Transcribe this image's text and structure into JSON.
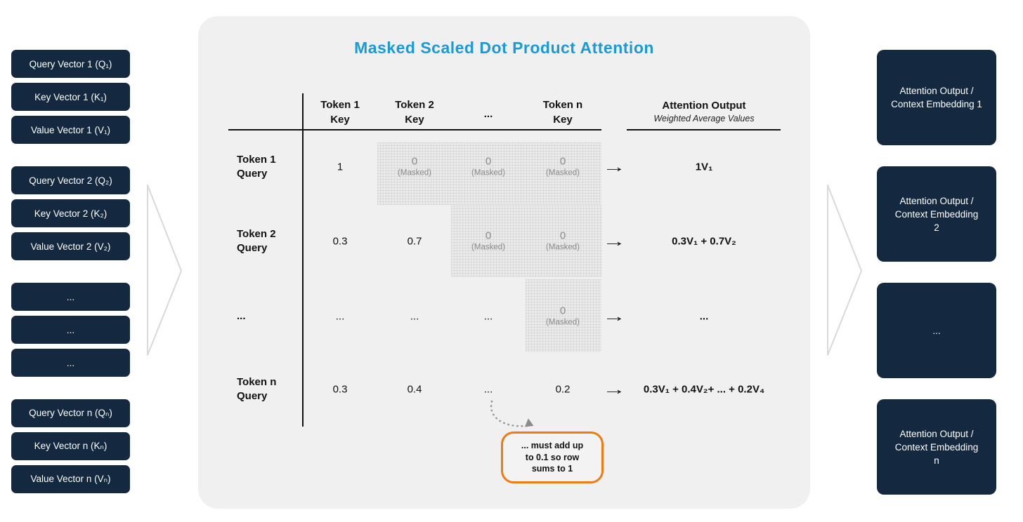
{
  "title": "Masked Scaled Dot Product Attention",
  "input_stack": {
    "groups": [
      [
        "Query Vector 1 (Q₁)",
        "Key Vector 1 (K₁)",
        "Value Vector 1 (V₁)"
      ],
      [
        "Query Vector 2 (Q₂)",
        "Key Vector 2 (K₂)",
        "Value Vector 2 (V₂)"
      ],
      [
        "...",
        "...",
        "..."
      ],
      [
        "Query Vector n (Qₙ)",
        "Key Vector n (Kₙ)",
        "Value Vector n (Vₙ)"
      ]
    ]
  },
  "matrix": {
    "col_headers": [
      "Token 1\nKey",
      "Token 2\nKey",
      "...",
      "Token n\nKey"
    ],
    "output_header": {
      "title": "Attention Output",
      "subtitle": "Weighted Average Values"
    },
    "row_headers": [
      "Token 1\nQuery",
      "Token 2\nQuery",
      "...",
      "Token n\nQuery"
    ],
    "masked_label": "(Masked)",
    "arrow": "→",
    "rows": [
      {
        "cells": [
          "1",
          "0",
          "0",
          "0"
        ],
        "output": "1V₁"
      },
      {
        "cells": [
          "0.3",
          "0.7",
          "0",
          "0"
        ],
        "output": "0.3V₁ + 0.7V₂"
      },
      {
        "cells": [
          "...",
          "...",
          "...",
          "0"
        ],
        "output": "..."
      },
      {
        "cells": [
          "0.3",
          "0.4",
          "...",
          "0.2"
        ],
        "output": "0.3V₁ + 0.4V₂+ ... + 0.2V₄"
      }
    ]
  },
  "callout": {
    "text": "... must add up\nto 0.1 so row\nsums to 1"
  },
  "output_stack": {
    "items": [
      "Attention Output /\nContext Embedding 1",
      "Attention Output /\nContext Embedding\n2",
      "...",
      "Attention Output /\nContext Embedding\nn"
    ]
  },
  "colors": {
    "navy": "#142940",
    "title_blue": "#1b9ad3",
    "callout_orange": "#ee7c12",
    "panel_bg": "#f0f0f1",
    "mask_gray": "#d9d9d9",
    "chevron_gray": "#d9d9d9"
  }
}
